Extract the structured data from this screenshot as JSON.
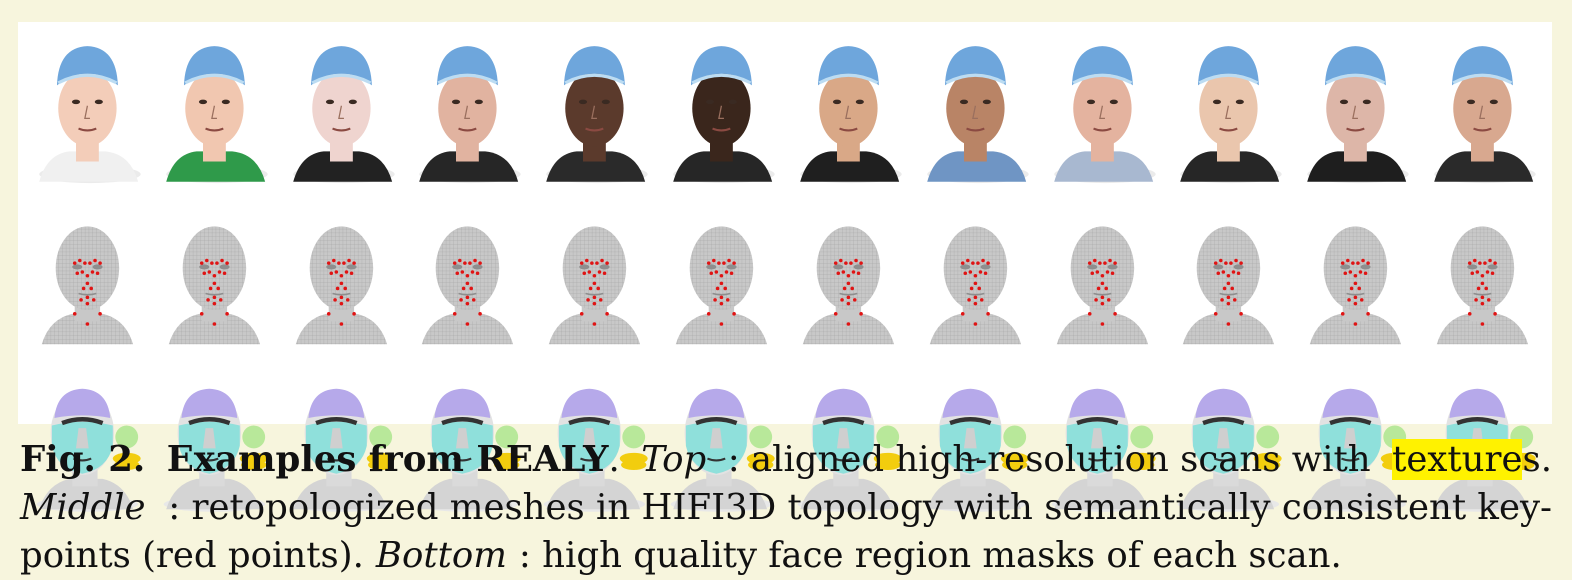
{
  "figure": {
    "rows": [
      "scans",
      "meshes",
      "masks"
    ],
    "subject_count": 12,
    "skin_tones": [
      "#f3cdb9",
      "#f1c7b0",
      "#efd4cf",
      "#e1b3a0",
      "#5b3a2c",
      "#3a261c",
      "#d9a887",
      "#b98466",
      "#e4b39f",
      "#eac6ad",
      "#ddb6a8",
      "#d8a88f"
    ],
    "clothing_colors": [
      "#f0f0f0",
      "#2f9a4a",
      "#222222",
      "#262626",
      "#2a2a2a",
      "#262626",
      "#1f1f1f",
      "#6f95c4",
      "#a8b8d0",
      "#262626",
      "#1e1e1e",
      "#2a2a2a"
    ],
    "colors": {
      "cap": "#6ea6dc",
      "mesh": "#c8c8c8",
      "keypoint": "#e01414",
      "mask_forehead": "#b6a9ea",
      "mask_cheeks": "#8fe0db",
      "mask_nose": "#b8e89a",
      "mask_lips": "#f2cd0e"
    }
  },
  "caption": {
    "fig_label": "Fig. 2.",
    "title": "Examples from REALY",
    "title_end": ".",
    "top_label": "Top",
    "top_text": ": aligned high-resolution scans with ",
    "highlight": "texture",
    "after_highlight": "s.",
    "middle_label": "Middle",
    "middle_text": ": retopologized meshes in HIFI3D topology with semantically consistent key-",
    "line3_text": "points (red points). ",
    "bottom_label": "Bottom",
    "bottom_text": ": high quality face region masks of each scan."
  }
}
